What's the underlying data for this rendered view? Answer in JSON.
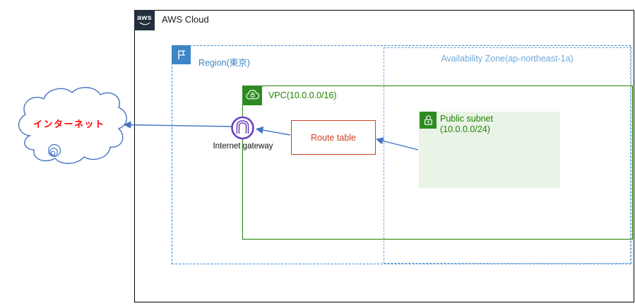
{
  "aws_cloud": {
    "label": "AWS Cloud",
    "logo_text": "aws"
  },
  "region": {
    "label": "Region(東京)"
  },
  "availability_zone": {
    "label": "Availability Zone(ap-northeast-1a)"
  },
  "vpc": {
    "label": "VPC(10.0.0.0/16)"
  },
  "public_subnet": {
    "line1": "Public subnet",
    "line2": "(10.0.0.0/24)"
  },
  "route_table": {
    "label": "Route table"
  },
  "internet_gateway": {
    "label": "Internet gateway"
  },
  "internet_cloud": {
    "label": "インターネット"
  },
  "icons": {
    "aws_logo": "aws-smile-logo",
    "region": "flag-icon",
    "vpc": "cloud-lock-icon",
    "public_subnet": "open-lock-icon",
    "internet_gateway": "gateway-ring-icon",
    "internet": "hand-drawn-cloud"
  },
  "colors": {
    "aws_border": "#000000",
    "aws_logo_bg": "#232F3E",
    "region_blue": "#3D85C6",
    "az_blue": "#6FA8DC",
    "vpc_green": "#1E8200",
    "icon_green": "#2E8B22",
    "subnet_bg": "#E9F3E6",
    "route_table_red": "#CC4125",
    "connector_blue": "#4472C4",
    "igw_purple": "#6C40BF",
    "internet_text_red": "#FF0000"
  },
  "connections": [
    {
      "from": "public-subnet",
      "to": "route-table"
    },
    {
      "from": "route-table",
      "to": "internet-gateway"
    },
    {
      "from": "internet-gateway",
      "to": "internet"
    }
  ]
}
